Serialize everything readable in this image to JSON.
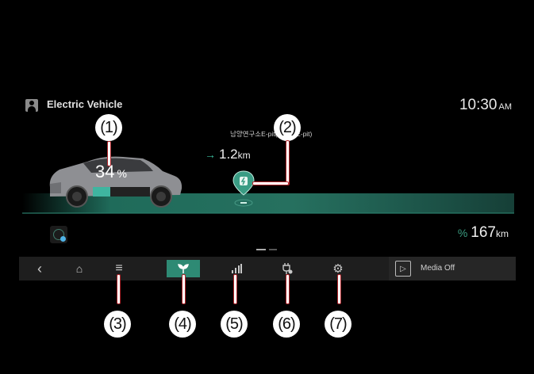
{
  "header": {
    "profile_icon": "user-profile-icon",
    "title": "Electric Vehicle",
    "clock_time": "10:30",
    "clock_ampm": "AM"
  },
  "vehicle": {
    "battery_percent": "34",
    "battery_symbol": "%",
    "battery_level": 0.34
  },
  "charging_station": {
    "name": "남양연구소E-pit(예열) (E-pit)",
    "distance_value": "1.2",
    "distance_unit": "km",
    "arrow_icon": "→",
    "pin_icon": "charging-station-pin-icon"
  },
  "range": {
    "icon": "eco-range-icon",
    "value": "167",
    "unit": "km"
  },
  "pager": {
    "pages": 2,
    "current": 1
  },
  "navbar": {
    "items": [
      {
        "name": "back",
        "icon": "‹"
      },
      {
        "name": "home",
        "icon": "⌂"
      },
      {
        "name": "menu",
        "icon": "≡"
      },
      {
        "name": "ev-eco",
        "icon": "leaf",
        "active": true
      },
      {
        "name": "energy-info",
        "icon": "bars"
      },
      {
        "name": "charging",
        "icon": "plug"
      },
      {
        "name": "settings",
        "icon": "⚙"
      }
    ],
    "media_label": "Media Off",
    "media_icon": "▷"
  },
  "callouts": {
    "c1": "(1)",
    "c2": "(2)",
    "c3": "(3)",
    "c4": "(4)",
    "c5": "(5)",
    "c6": "(6)",
    "c7": "(7)"
  }
}
